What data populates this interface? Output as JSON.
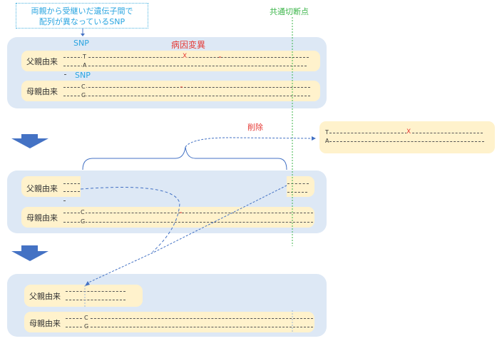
{
  "callout": {
    "line1": "両親から受継いだ遺伝子間で",
    "line2": "配列が異なっているSNP"
  },
  "common_breakpoint_label": "共通切断点",
  "snp_label": "SNP",
  "pathogenic_label": "病因変異",
  "deletion_label": "削除",
  "paternal_label": "父親由来",
  "maternal_label": "母親由来",
  "bases": {
    "paternal_top": "T",
    "paternal_bottom": "A",
    "maternal_top": "C",
    "maternal_bottom": "G",
    "mutation": "X"
  },
  "colors": {
    "panel": "#dde8f5",
    "strip": "#fff2cc",
    "snp": "#2aa5e0",
    "mutation": "#e53935",
    "breakpoint": "#3cb54a",
    "arrow": "#4472c4"
  }
}
